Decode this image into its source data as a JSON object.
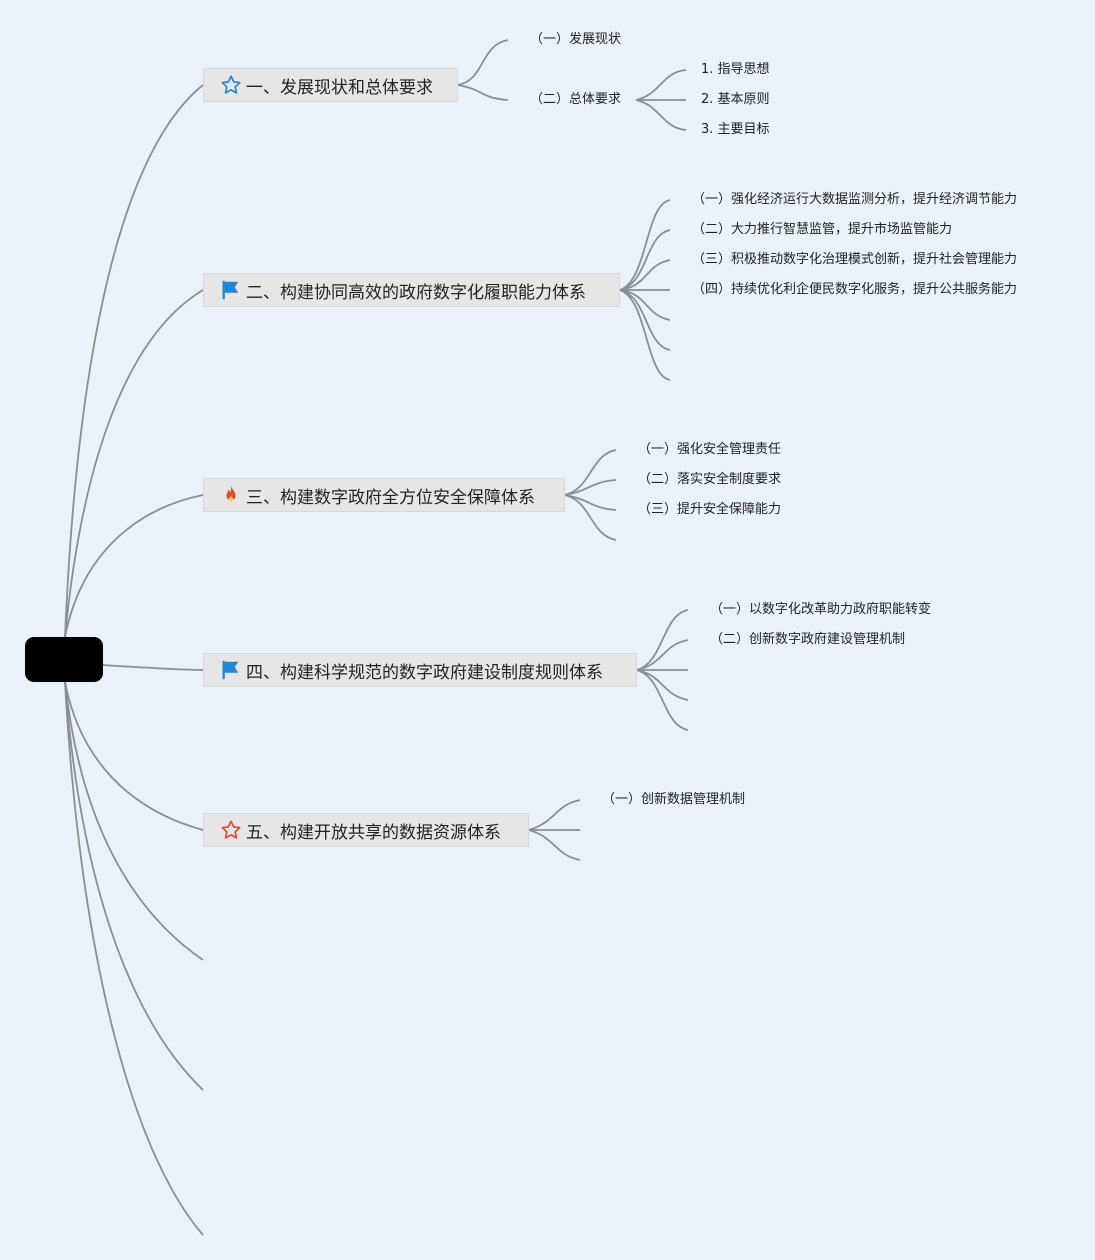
{
  "branches": [
    {
      "label": "一、发展现状和总体要求",
      "icon": "star-outline-blue-icon"
    },
    {
      "label": "二、构建协同高效的政府数字化履职能力体系",
      "icon": "flag-blue-icon"
    },
    {
      "label": "三、构建数字政府全方位安全保障体系",
      "icon": "fire-icon"
    },
    {
      "label": "四、构建科学规范的数字政府建设制度规则体系",
      "icon": "flag-blue-icon"
    },
    {
      "label": "五、构建开放共享的数据资源体系",
      "icon": "star-outline-red-icon"
    }
  ],
  "leaves": {
    "b1": [
      "（一）发展现状",
      "（二）总体要求"
    ],
    "b1_sub": [
      "1. 指导思想",
      "2. 基本原则",
      "3. 主要目标"
    ],
    "b2": [
      "（一）强化经济运行大数据监测分析，提升经济调节能力",
      "（二）大力推行智慧监管，提升市场监管能力",
      "（三）积极推动数字化治理模式创新，提升社会管理能力",
      "（四）持续优化利企便民数字化服务，提升公共服务能力"
    ],
    "b3": [
      "（一）强化安全管理责任",
      "（二）落实安全制度要求",
      "（三）提升安全保障能力"
    ],
    "b4": [
      "（一）以数字化改革助力政府职能转变",
      "（二）创新数字政府建设管理机制"
    ],
    "b5": [
      "（一）创新数据管理机制"
    ]
  },
  "colors": {
    "link": "#8a8f8f",
    "background": "#eaf1f8",
    "root": "#000000",
    "flag": "#1e88d6",
    "fire": "#e8452c"
  }
}
